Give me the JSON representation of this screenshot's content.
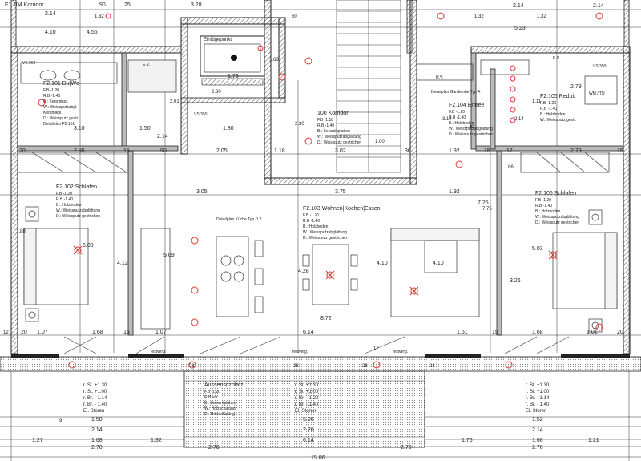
{
  "rooms": [
    {
      "id": "f1104",
      "title": "F1.104 Korridor",
      "lines": []
    },
    {
      "id": "f2101",
      "title": "F2.101 Du|Wc",
      "lines": [
        "F.B -1.20",
        "R.B -1.40",
        "B.: Keramikpl.",
        "W.: Weissputzabgl.",
        "      Keramikpl.",
        "D.: Weissputz gestr."
      ],
      "extra": "Detailplan F2.101"
    },
    {
      "id": "f2102",
      "title": "F2.102 Schlafen",
      "lines": [
        "F.B -1.20",
        "R.B -1.40",
        "B.: Holzboden",
        "W.: Weissputzabglättung",
        "D.: Weissputz gestrichen"
      ]
    },
    {
      "id": "f2103",
      "title": "F2.103 Wohnen|Kochen|Essen",
      "lines": [
        "F.B -1.20",
        "R.B -1.40",
        "B.: Holzboden",
        "W.: Weissputzabglättung",
        "D.: Weissputz gestrichen"
      ]
    },
    {
      "id": "k100",
      "title": "100 Korridor",
      "lines": [
        "F.B -1.18",
        "R.B -1.40",
        "B.: Keramikplatten",
        "W.: Weissputzabglättung",
        "D.: Weissputz gestrichen"
      ]
    },
    {
      "id": "f2104",
      "title": "F2.104 Entrée",
      "lines": [
        "F.B -1.20",
        "R.B -1.40",
        "B.: Holzboden",
        "W.: Weissputzabglättung",
        "D.: Weissputz gestrichen"
      ],
      "extra": "Detailplan Garderobe Typ A"
    },
    {
      "id": "f2105",
      "title": "F2.105 Reduit",
      "lines": [
        "F.B -1.20",
        "R.B -1.40",
        "B.: Holzboden",
        "W.: Weissputz gestr."
      ]
    },
    {
      "id": "f2106",
      "title": "F2.106 Schlafen",
      "lines": [
        "F.B -1.20",
        "R.B -1.40",
        "B.: Holzboden",
        "W.: Weissputzabglättung",
        "D.: Weissputz gestrichen"
      ]
    },
    {
      "id": "aussen",
      "title": "Aussensitzplatz",
      "lines": [
        "F.B -1.20",
        "R.B var.",
        "B.: Zementplatten",
        "W.: Holzschalung",
        "D.: Holzschalung"
      ]
    }
  ],
  "labels": {
    "einfuege": "Einfügepunkt",
    "detail_kueche": "Detailplan Küche Typ D.2",
    "vs260": "VS 260",
    "vs350a": "VS 350",
    "vs350b": "VS 350",
    "hv": "H.V.",
    "wm": "WM / TU",
    "ev1": "E.V.",
    "ev2": "E.V.",
    "festverg1": "festverg.",
    "festverg2": "festverg.",
    "festverg3": "festverg."
  },
  "window_specs": {
    "left": [
      "r. St. +1.30",
      "r. St. +1.00",
      "r. Br. - 1.14",
      "r. Br. - 1.40",
      "El. Storen"
    ],
    "mid": [
      "r. St. +1.30",
      "r. St. +1.00",
      "r. Br. - 1.20",
      "r. Br. - 1.40",
      "El. Storen"
    ],
    "right": [
      "r. St. +1.30",
      "r. St. +1.00",
      "r. Br. - 1.14",
      "r. Br. - 1.40",
      "El. Storen"
    ]
  },
  "dims_top": [
    "2.14",
    "4.10",
    "4.56",
    "90",
    "25",
    "3.28",
    "1.60",
    "1.75",
    "2.01",
    "1.50",
    "1.80",
    "2.14",
    "3.10",
    "1.32",
    "2.14",
    "5.23",
    "2.79",
    "2.14",
    "1.32"
  ],
  "dims_mid": [
    "20",
    "2.85",
    "15",
    "90",
    "2.05",
    "1.18",
    "3.02",
    "36",
    "1.92",
    "15",
    "17",
    "2.79",
    "15"
  ],
  "dims_main": [
    "3.05",
    "3.75",
    "1.92",
    "5.09",
    "4.12",
    "5.09",
    "4.28",
    "4.10",
    "4.10",
    "7.25",
    "5.03",
    "3.26",
    "8.72"
  ],
  "dims_bottom_row1": [
    "20",
    "1.07",
    "1.68",
    "15",
    "1.07",
    "6.14",
    "1.51",
    "15",
    "1.68",
    "1.01",
    "20"
  ],
  "dims_bottom": [
    "1.50",
    "2.14",
    "5.96",
    "2.20",
    "1.52",
    "2.14",
    "1.27",
    "1.68",
    "1.32",
    "6.14",
    "1.76",
    "1.68",
    "1.21",
    "2.70",
    "2.70",
    "2.70",
    "2.70",
    "15.06"
  ],
  "small_marks": [
    "60",
    "2.30",
    "2.30",
    "1.00",
    "3.14",
    "1.40",
    "86",
    "7.75",
    "2.14",
    "1.88",
    "1.32",
    "1.11",
    "28",
    "28",
    "28",
    "28",
    "17",
    "12",
    "9"
  ]
}
